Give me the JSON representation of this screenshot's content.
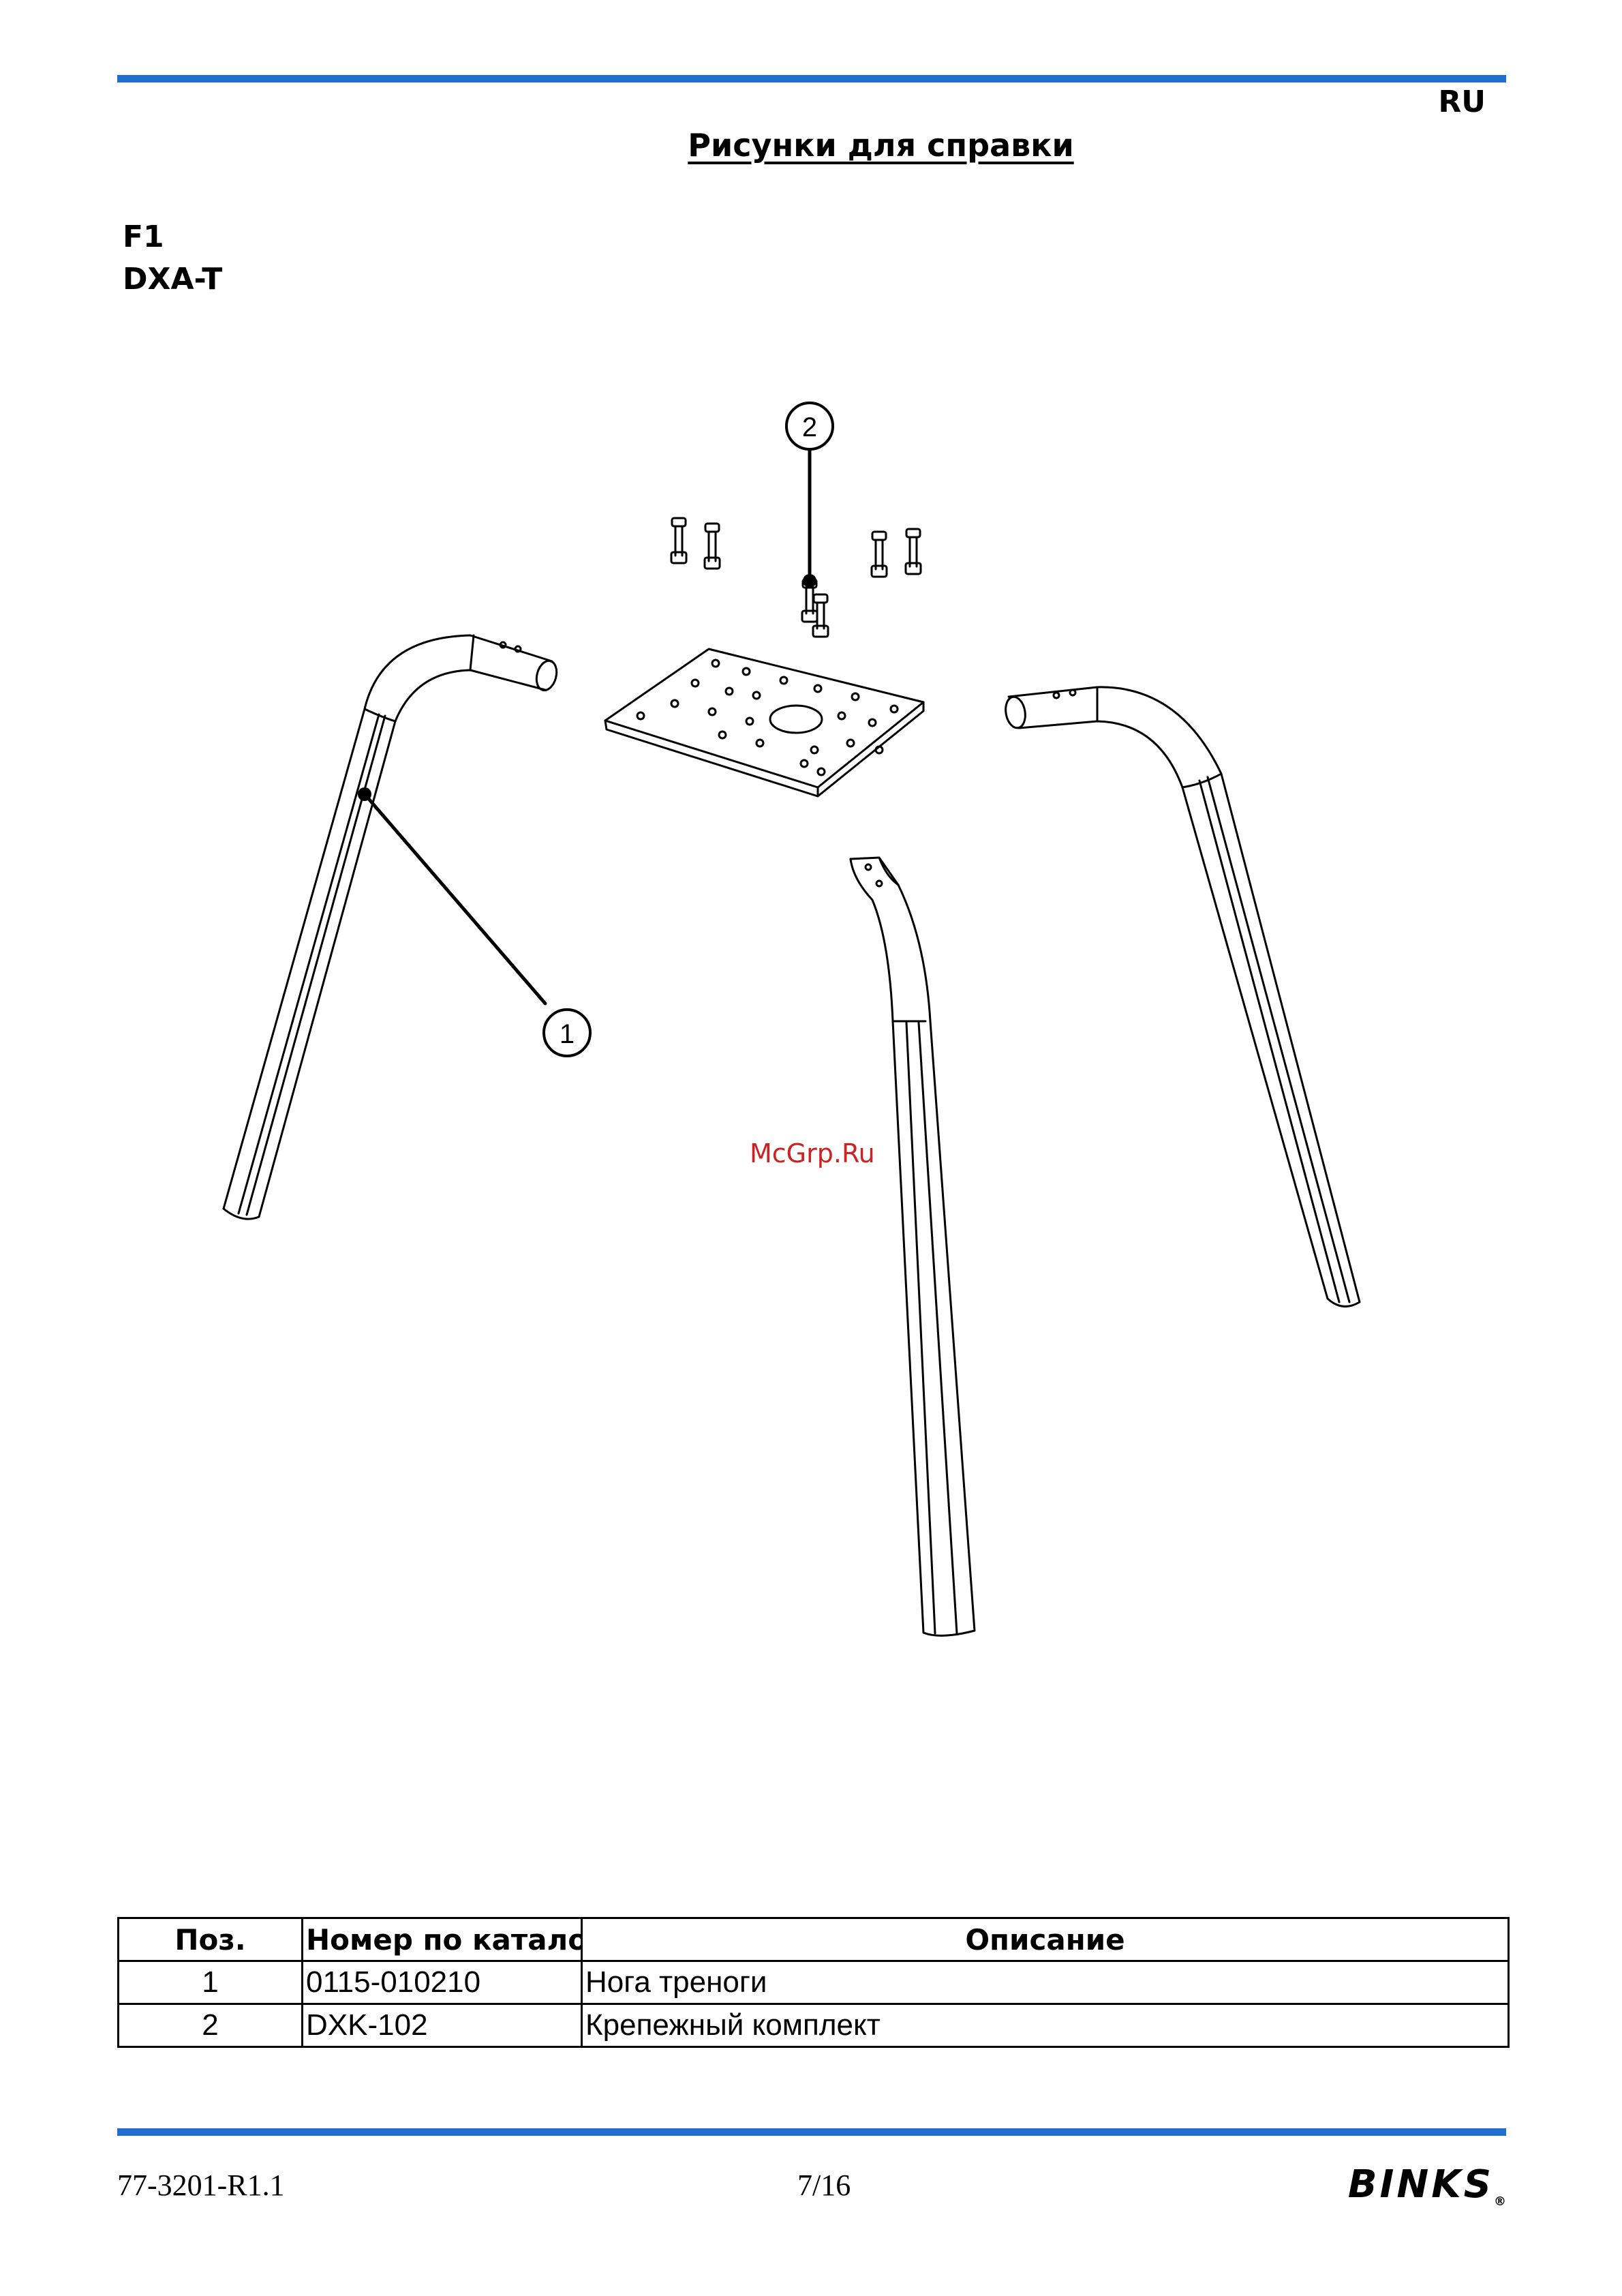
{
  "header": {
    "lang": "RU",
    "title": "Рисунки для справки"
  },
  "figure": {
    "id": "F1",
    "model": "DXA-T",
    "callouts": [
      "1",
      "2"
    ],
    "watermark": "McGrp.Ru"
  },
  "table": {
    "headers": [
      "Поз.",
      "Номер по каталогу",
      "Описание"
    ],
    "rows": [
      [
        "1",
        "0115-010210",
        "Нога треноги"
      ],
      [
        "2",
        "DXK-102",
        "Крепежный комплект"
      ]
    ]
  },
  "footer": {
    "doc_number": "77-3201-R1.1",
    "page": "7/16",
    "brand": "BINKS",
    "brand_mark": "®"
  },
  "colors": {
    "rule": "#1f6fd1",
    "watermark": "#cc2222"
  }
}
